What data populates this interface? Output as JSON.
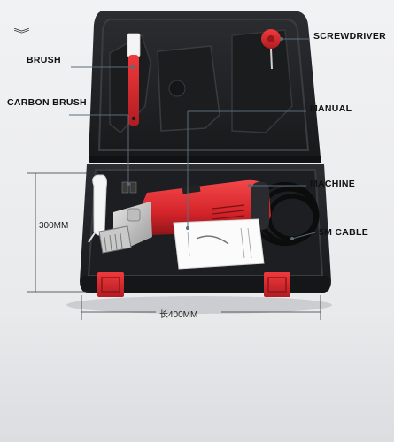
{
  "labels": {
    "brush": "BRUSH",
    "carbon_brush": "CARBON BRUSH",
    "screwdriver": "SCREWDRIVER",
    "manual": "MANUAL",
    "machine": "MACHINE",
    "cable": "5M CABLE"
  },
  "dimensions": {
    "height": "300MM",
    "width": "长400MM"
  },
  "icons": {
    "top_left": "double-chevron-down-icon"
  },
  "colors": {
    "case": "#232427",
    "accent_red": "#d8262b",
    "label_line": "#5b6c7a"
  }
}
